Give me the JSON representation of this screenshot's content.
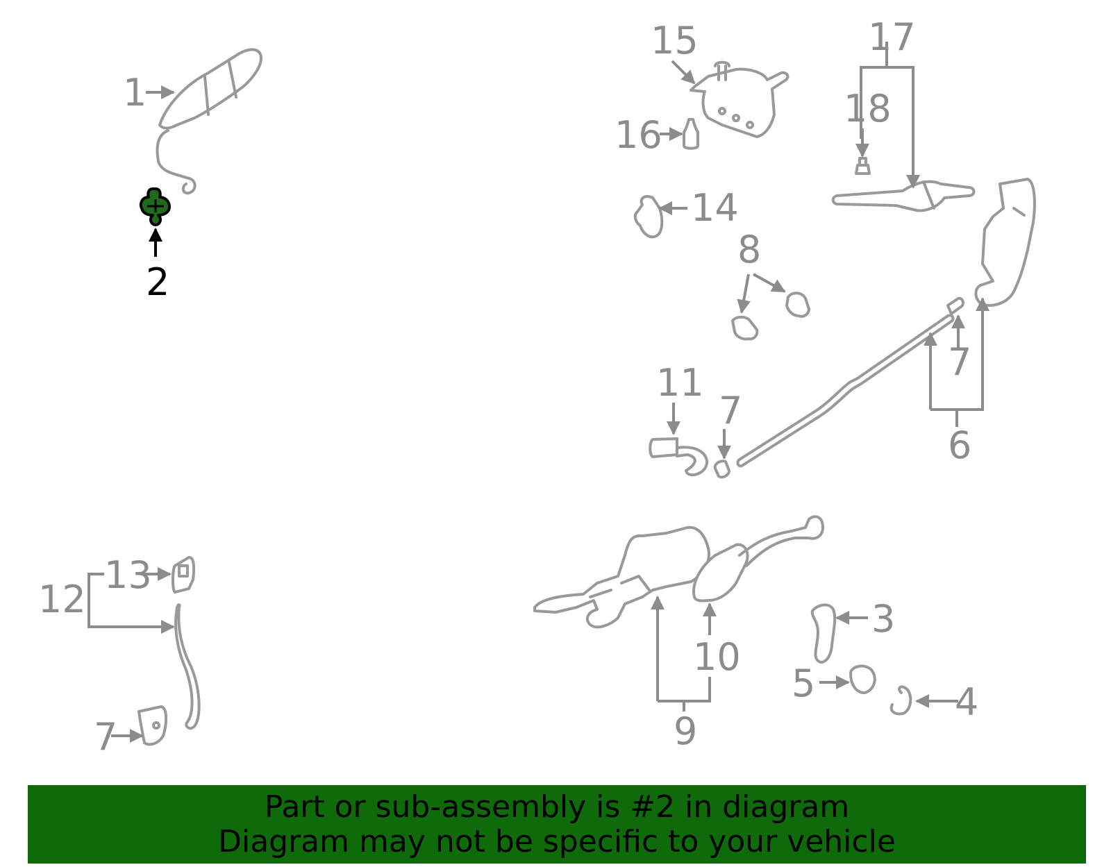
{
  "highlight_color": "#1e6b1a",
  "banner_color": "#0f6b0a",
  "label_color": "#8c8c8c",
  "callouts": [
    "1",
    "2",
    "3",
    "4",
    "5",
    "6",
    "7",
    "8",
    "9",
    "10",
    "11",
    "12",
    "13",
    "14",
    "15",
    "16",
    "17",
    "18"
  ],
  "highlighted_callout": "2",
  "banner": {
    "line1": "Part or sub-assembly is #2 in diagram",
    "line2": "Diagram may not be specific to your vehicle"
  }
}
